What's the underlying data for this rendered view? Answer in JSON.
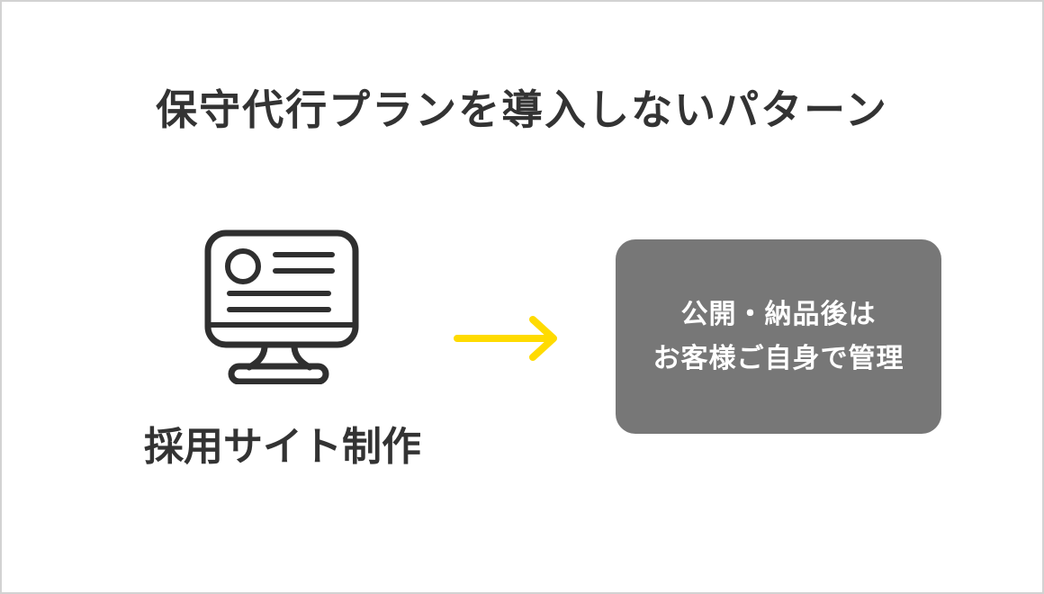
{
  "title": "保守代行プランを導入しないパターン",
  "flow": {
    "source": {
      "icon": "website-monitor-icon",
      "label": "採用サイト制作"
    },
    "arrow": {
      "icon": "flow-arrow-right-icon",
      "color": "#ffdb00"
    },
    "result": {
      "line1": "公開・納品後は",
      "line2": "お客様ご自身で管理",
      "background": "#777777",
      "text_color": "#ffffff"
    }
  },
  "colors": {
    "title_text": "#333333",
    "icon_stroke": "#2f2f2f",
    "canvas_background": "#ffffff",
    "canvas_border": "#d2d2d2"
  }
}
